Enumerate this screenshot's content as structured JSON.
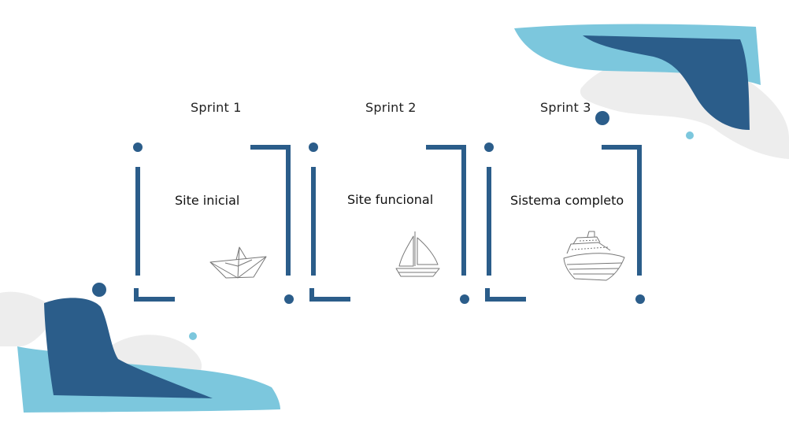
{
  "colors": {
    "dark_blue": "#2b5d8a",
    "light_blue": "#7cc7dd",
    "gray": "#ededed"
  },
  "sprints": [
    {
      "label": "Sprint 1",
      "title": "Site inicial",
      "icon": "paper-boat-icon"
    },
    {
      "label": "Sprint 2",
      "title": "Site funcional",
      "icon": "sailboat-icon"
    },
    {
      "label": "Sprint 3",
      "title": "Sistema completo",
      "icon": "cruise-ship-icon"
    }
  ]
}
